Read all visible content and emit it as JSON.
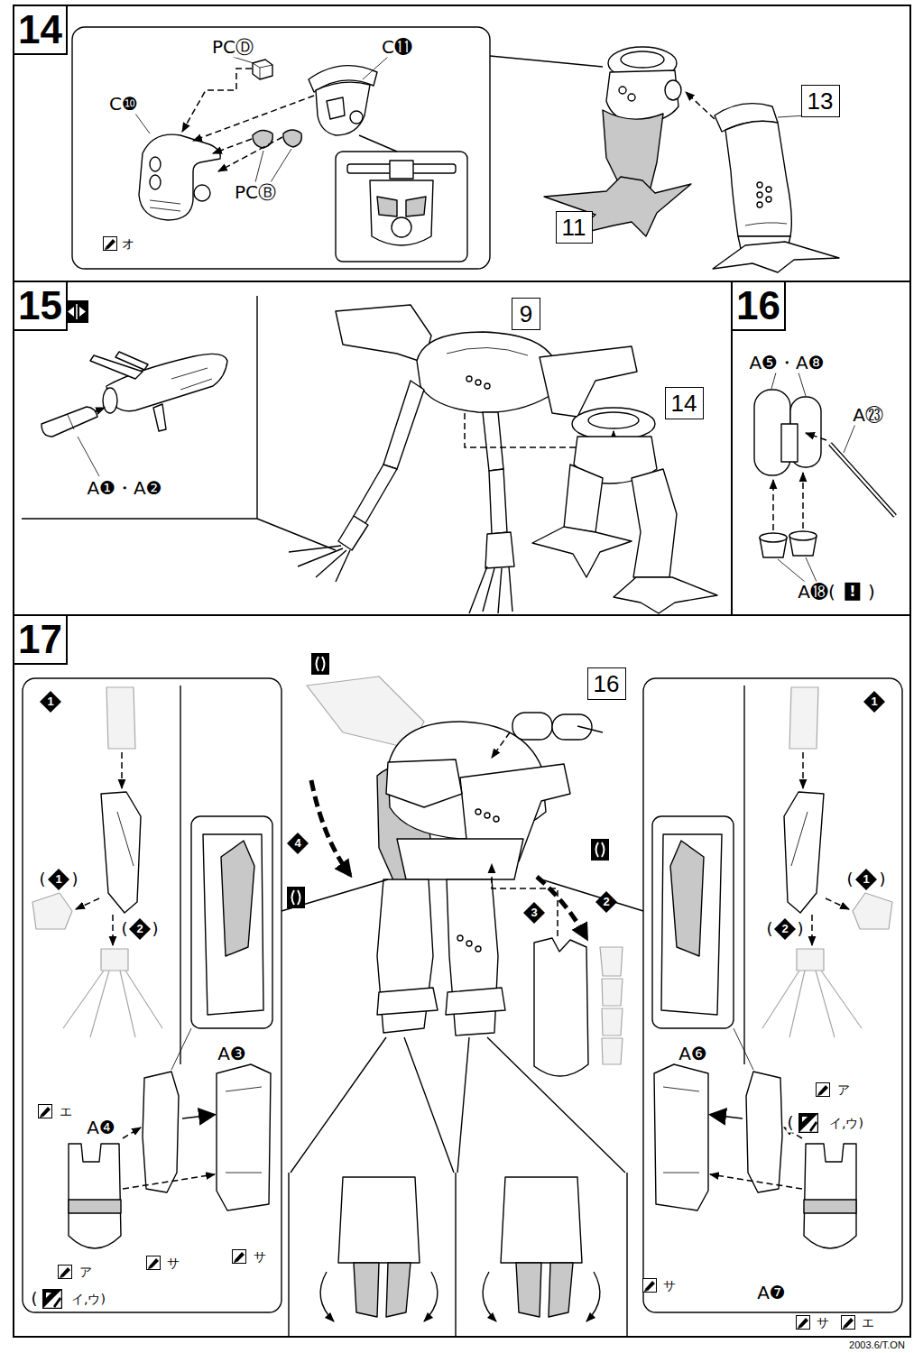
{
  "diagram": {
    "nodes": [
      {
        "text": [
          "14"
        ]
      },
      {
        "text": [
          "13"
        ],
        "in": 0
      },
      {
        "text": [
          "11"
        ],
        "in": 0
      },
      {
        "text": [
          "15"
        ]
      },
      {
        "text": [
          "9"
        ],
        "in": 3
      },
      {
        "text": [
          "14"
        ],
        "in": 3
      },
      {
        "text": [
          "16"
        ]
      },
      {
        "text": [
          "17"
        ]
      },
      {
        "text": [
          "16"
        ],
        "in": 7
      }
    ],
    "labels": [
      "PCⒹ",
      "C⓫",
      "C❿",
      "PCⒷ",
      "オ",
      "A❶・A❷",
      "A❺・A❽",
      "A㉓",
      "A⓲(",
      "!",
      ")",
      "1",
      "(",
      "1",
      ")",
      "(",
      "2",
      ")",
      "A❹",
      "A❸",
      "エ",
      "ア",
      "サ",
      "(",
      "イ,ウ)",
      "サ",
      "4",
      "3",
      "2",
      "1",
      "(",
      "1",
      ")",
      "(",
      "2",
      ")",
      "ア",
      "(",
      "イ,ウ)",
      "A❻",
      "サ",
      "A❼",
      "サ",
      "エ",
      "2003.6/T.ON"
    ]
  }
}
